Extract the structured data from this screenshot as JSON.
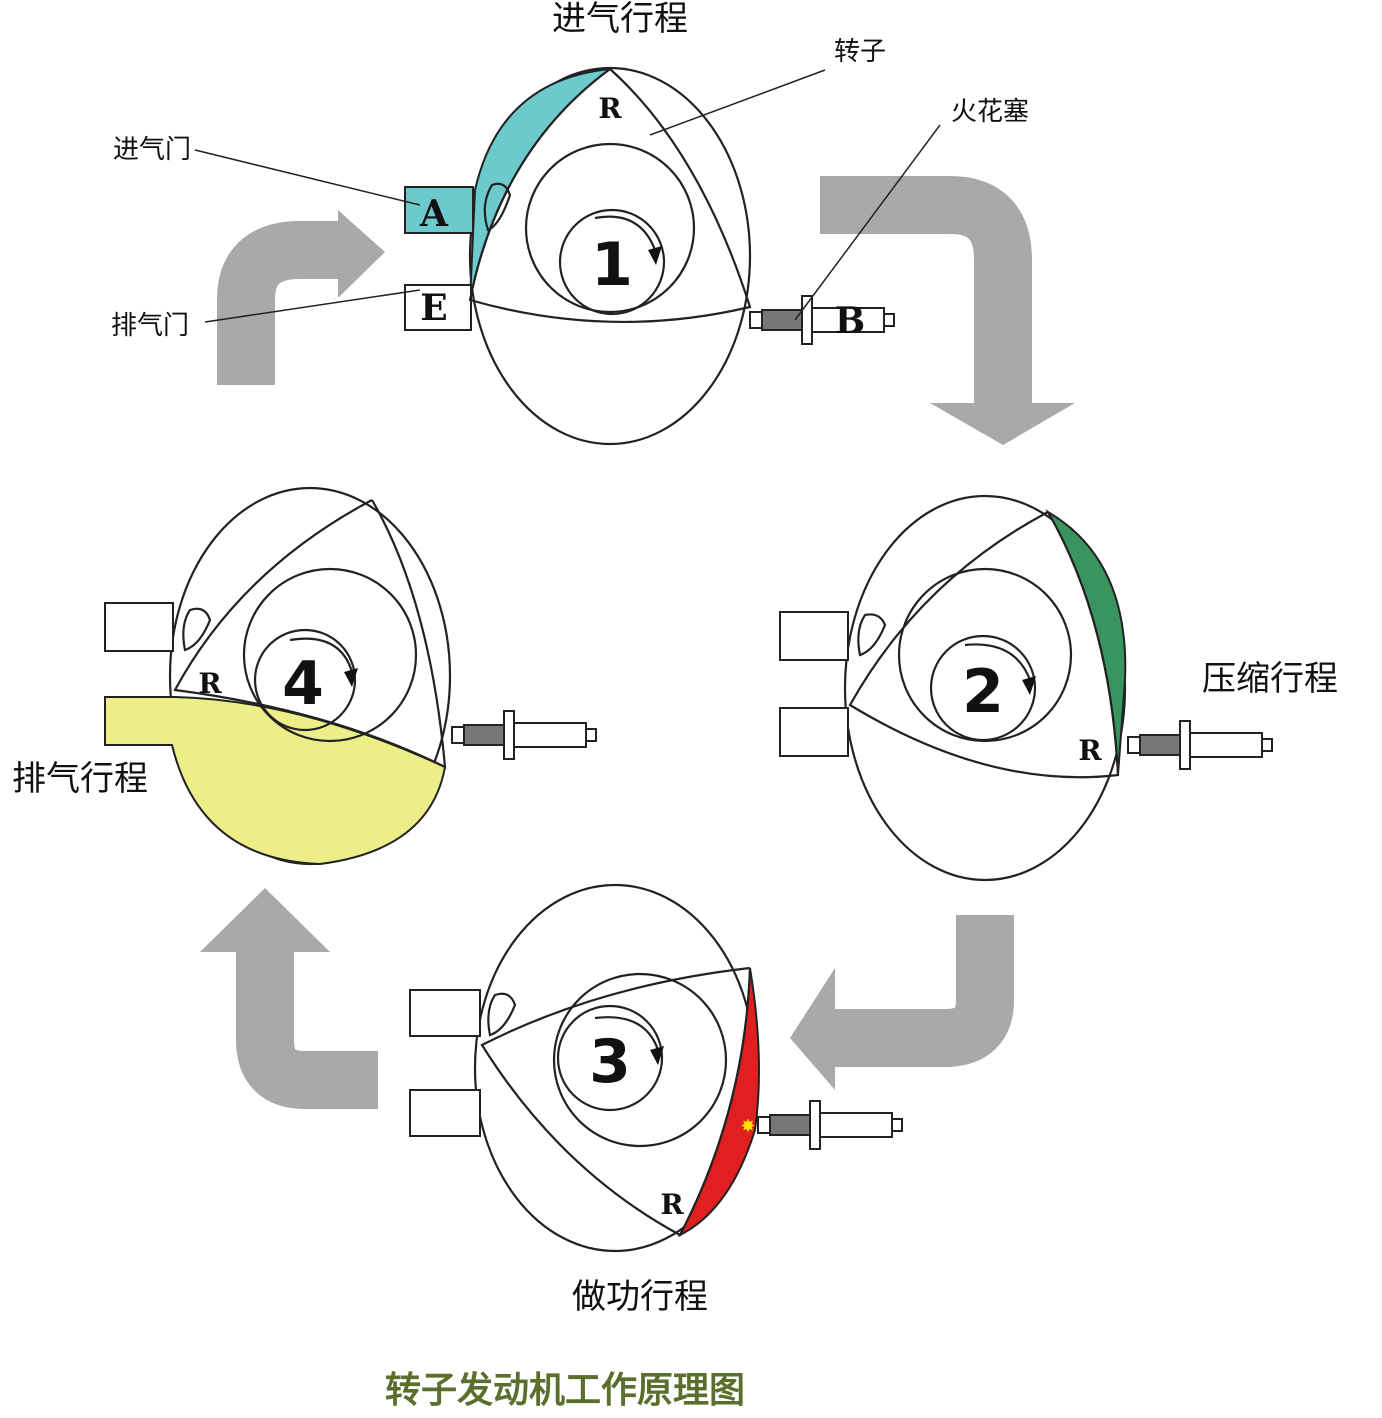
{
  "labels": {
    "intake_stroke": "进气行程",
    "rotor": "转子",
    "spark_plug": "火花塞",
    "intake_valve": "进气门",
    "exhaust_valve": "排气门",
    "compression_stroke": "压缩行程",
    "exhaust_stroke": "排气行程",
    "power_stroke": "做功行程"
  },
  "letters": {
    "intake": "A",
    "exhaust": "E",
    "plug": "B",
    "rotor": "R"
  },
  "steps": [
    "1",
    "2",
    "3",
    "4"
  ],
  "title": "转子发动机工作原理图",
  "colors": {
    "intake": "#6cc9cc",
    "compression": "#3a9460",
    "power": "#e02020",
    "exhaust": "#eeee88",
    "arrow": "#a9a9a9",
    "title": "#5b6e2c"
  }
}
